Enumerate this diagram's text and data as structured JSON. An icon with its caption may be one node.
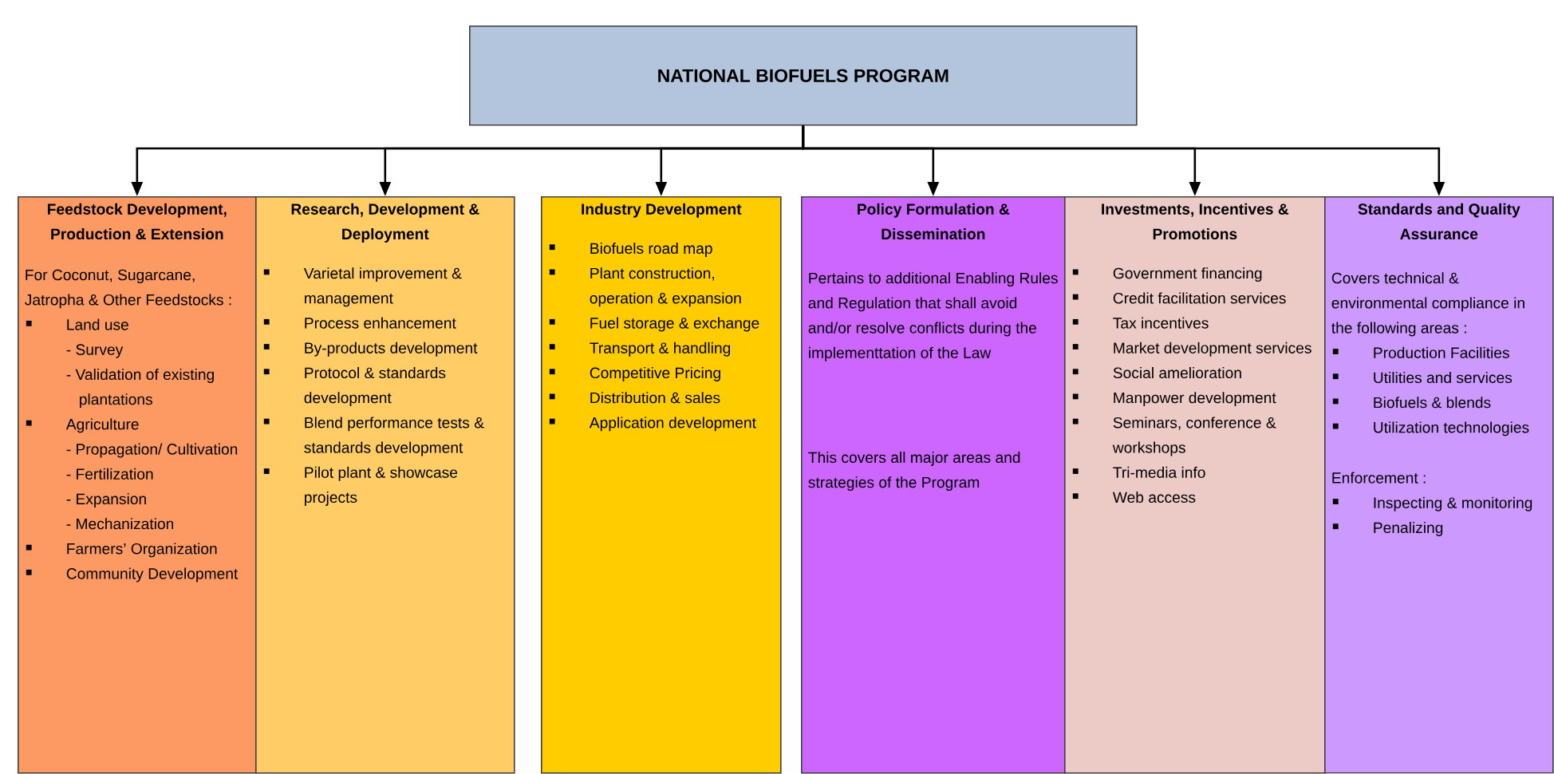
{
  "diagram": {
    "nodes": [
      {
        "text": [
          "NATIONAL BIOFUELS PROGRAM"
        ]
      },
      {
        "text": [
          "Feedstock Development, Production & Extension",
          "For Coconut, Sugarcane, Jatropha & Other Feedstocks :",
          "Land use",
          "- Survey",
          "- Validation of existing plantations",
          "Agriculture",
          "- Propagation/ Cultivation",
          "- Fertilization",
          "- Expansion",
          "- Mechanization",
          "Farmers’ Organization",
          "Community Development"
        ]
      },
      {
        "text": [
          "Research, Development & Deployment",
          "Varietal improvement & management",
          "Process enhancement",
          "By-products development",
          "Protocol & standards development",
          "Blend performance tests & standards development",
          "Pilot plant & showcase projects"
        ]
      },
      {
        "text": [
          "Industry Development",
          "Biofuels road map",
          "Plant construction, operation & expansion",
          "Fuel storage & exchange",
          "Transport & handling",
          "Competitive Pricing",
          "Distribution & sales",
          "Application development"
        ]
      },
      {
        "text": [
          "Policy Formulation & Dissemination",
          "Pertains to additional Enabling Rules and Regulation that shall avoid and/or resolve conflicts during the implementtation of the Law",
          "This covers all major areas and strategies of the Program"
        ]
      },
      {
        "text": [
          "Investments, Incentives & Promotions",
          "Government financing",
          "Credit facilitation services",
          "Tax incentives",
          "Market development services",
          "Social amelioration",
          "Manpower development",
          "Seminars, conference & workshops",
          "Tri-media info",
          "Web access"
        ]
      },
      {
        "text": [
          "Standards and Quality Assurance",
          "Covers technical & environmental compliance in the following areas :",
          "Production Facilities",
          "Utilities and services",
          "Biofuels & blends",
          "Utilization technologies",
          "Enforcement :",
          "Inspecting & monitoring",
          "Penalizing"
        ]
      }
    ],
    "edges": [
      {
        "from": 0,
        "to": 1,
        "arrow": "to"
      },
      {
        "from": 0,
        "to": 2,
        "arrow": "to"
      },
      {
        "from": 0,
        "to": 3,
        "arrow": "to"
      },
      {
        "from": 0,
        "to": 4,
        "arrow": "to"
      },
      {
        "from": 0,
        "to": 5,
        "arrow": "to"
      },
      {
        "from": 0,
        "to": 6,
        "arrow": "to"
      }
    ]
  }
}
